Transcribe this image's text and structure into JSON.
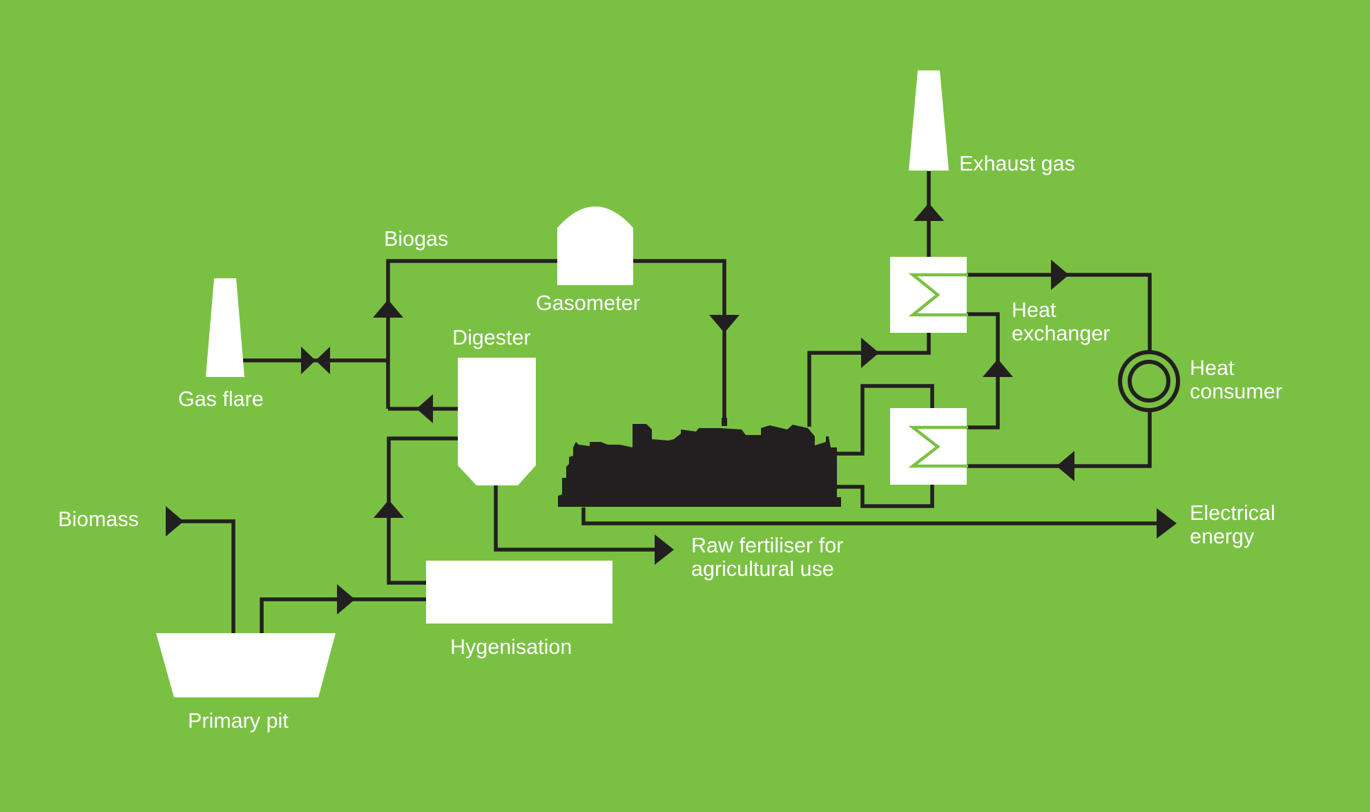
{
  "colors": {
    "background": "#7ac143",
    "line": "#231f20",
    "unit": "#ffffff"
  },
  "labels": {
    "exhaust_gas": "Exhaust gas",
    "biogas": "Biogas",
    "gasometer": "Gasometer",
    "digester": "Digester",
    "gas_flare": "Gas flare",
    "heat_exchanger_1": "Heat",
    "heat_exchanger_2": "exchanger",
    "heat_consumer_1": "Heat",
    "heat_consumer_2": "consumer",
    "biomass": "Biomass",
    "electrical_energy_1": "Electrical",
    "electrical_energy_2": "energy",
    "raw_fertiliser_1": "Raw fertiliser for",
    "raw_fertiliser_2": "agricultural use",
    "hygenisation": "Hygenisation",
    "primary_pit": "Primary pit"
  },
  "icons": [
    "chimney-icon",
    "gasometer-dome-icon",
    "digester-tank-icon",
    "gas-flare-stack-icon",
    "valve-icon",
    "heat-exchanger-icon",
    "heat-consumer-icon",
    "engine-icon",
    "primary-pit-icon"
  ]
}
